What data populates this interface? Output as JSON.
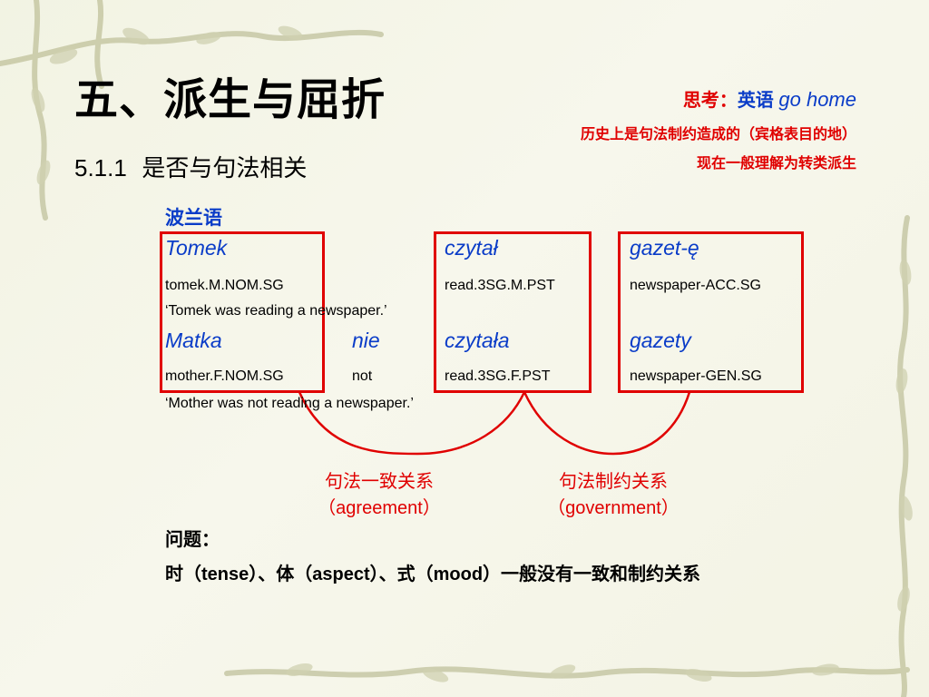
{
  "title": "五、派生与屈折",
  "subtitle": {
    "number": "5.1.1",
    "text": "是否与句法相关"
  },
  "think": {
    "prefix": "思考：",
    "english": "英语",
    "example": "go home",
    "line2": "历史上是句法制约造成的（宾格表目的地）",
    "line3": "现在一般理解为转类派生"
  },
  "language_label": "波兰语",
  "example1": {
    "w1": "Tomek",
    "w3": "czytał",
    "w4": "gazet-ę",
    "g1": "tomek.M.NOM.SG",
    "g3": "read.3SG.M.PST",
    "g4": "newspaper-ACC.SG",
    "translation": "‘Tomek was reading a newspaper.’"
  },
  "example2": {
    "w1": "Matka",
    "w2": "nie",
    "w3": "czytała",
    "w4": "gazety",
    "g1": "mother.F.NOM.SG",
    "g2": "not",
    "g3": "read.3SG.F.PST",
    "g4": "newspaper-GEN.SG",
    "translation": "‘Mother was not reading a newspaper.’"
  },
  "relations": {
    "agreement_zh": "句法一致关系",
    "agreement_en": "（agreement）",
    "government_zh": "句法制约关系",
    "government_en": "（government）"
  },
  "question": {
    "label": "问题：",
    "text": "时（tense）、体（aspect）、式（mood）一般没有一致和制约关系"
  },
  "colors": {
    "red": "#e00000",
    "blue": "#0a3cc8",
    "vine": "#c8c9a6"
  }
}
